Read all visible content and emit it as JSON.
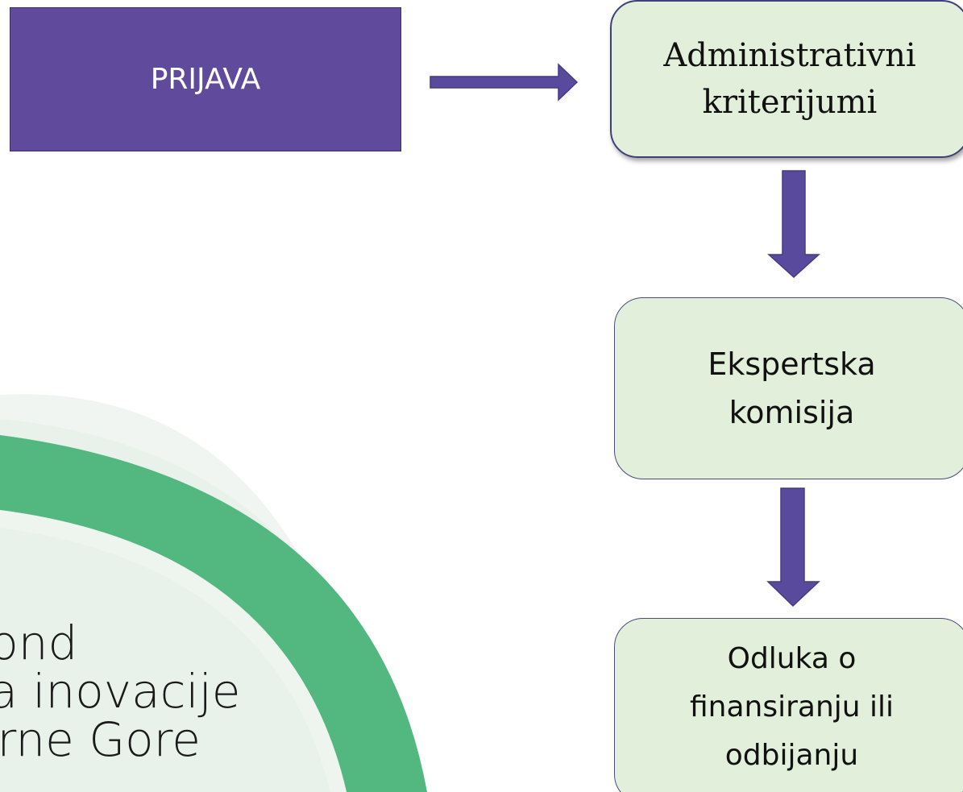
{
  "diagram": {
    "start_box": {
      "label": "PRIJAVA"
    },
    "steps": [
      {
        "label": "Administrativni\nkriterijumi"
      },
      {
        "label": "Ekspertska\nkomisija"
      },
      {
        "label": "Odluka o\nfinansiranju ili\nodbijanju"
      }
    ]
  },
  "branding": {
    "title_lines": [
      "Fond",
      "za inovacije",
      "Crne Gore"
    ]
  },
  "colors": {
    "primary_box": "#5f4a9c",
    "step_box_fill": "#e2efda",
    "arrow": "#5a4a9e",
    "arc_green": "#52b880"
  }
}
